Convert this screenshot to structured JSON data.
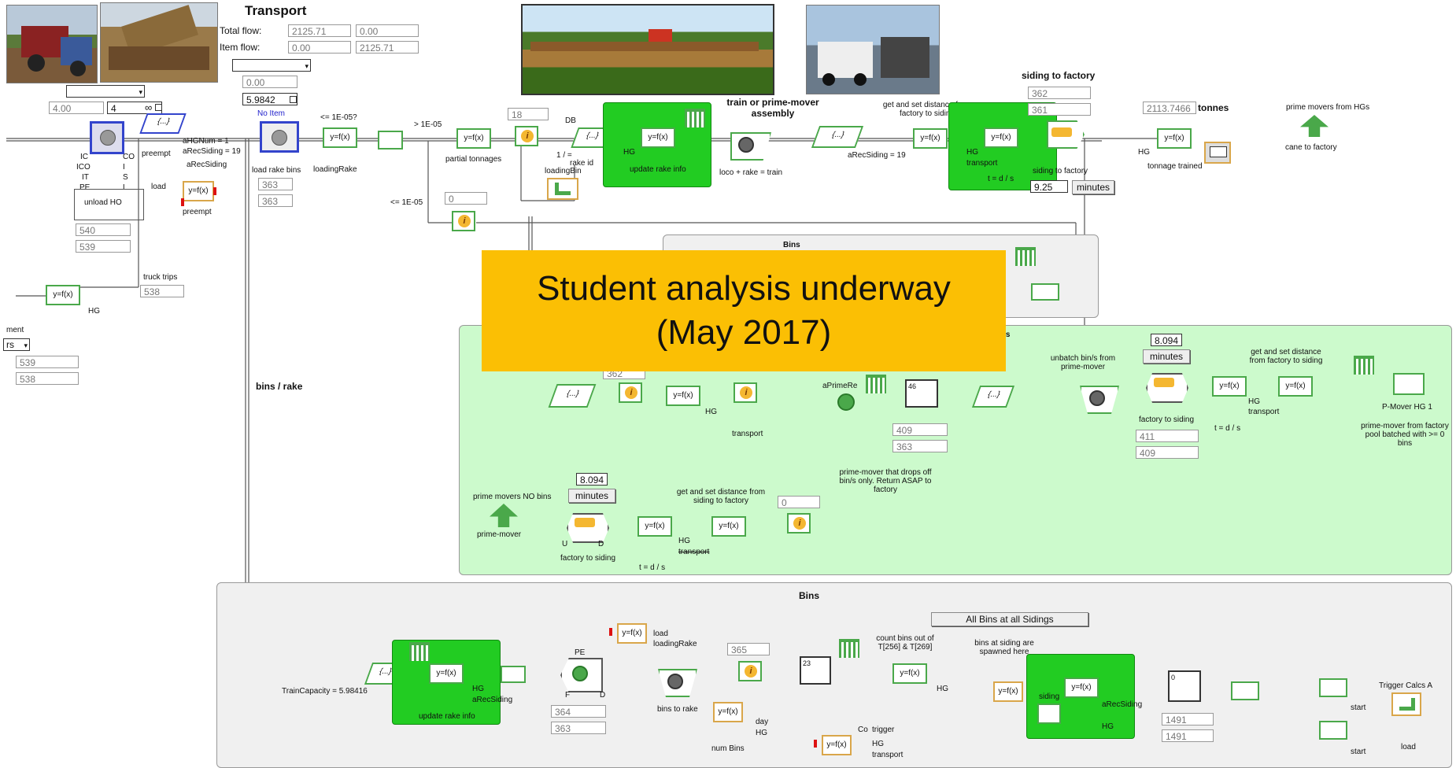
{
  "transport": {
    "title": "Transport",
    "total_flow_label": "Total flow:",
    "total_flow_values": [
      "2125.71",
      "0.00"
    ],
    "item_flow_label": "Item flow:",
    "item_flow_values": [
      "0.00",
      "2125.71"
    ]
  },
  "top_left": {
    "val_400": "4.00",
    "val_4": "4",
    "inf_symbol": "∞",
    "val_000": "0.00",
    "val_59842": "5.9842",
    "no_item": "No Item",
    "val_540": "540",
    "val_539": "539",
    "val_363a": "363",
    "val_363b": "363",
    "val_538": "538",
    "val_539b": "539",
    "val_538b": "538",
    "rs_select": "rs",
    "ment_label": "ment"
  },
  "labels": {
    "agh": "aHGNum = 1",
    "arec19": "aRecSiding = 19",
    "arec": "aRecSiding",
    "preempt": "preempt",
    "preempt2": "preempt",
    "load": "load",
    "unload_ho": "unload HO",
    "ic": "IC",
    "ico": "ICO",
    "it": "IT",
    "pe": "PE",
    "co": "CO",
    "i": "I",
    "s": "S",
    "l": "L",
    "load_rake_bins": "load rake bins",
    "loading_rake": "loadingRake",
    "le_1e05q": "<= 1E-05?",
    "gt_1e05": "> 1E-05",
    "le_1e05": "<= 1E-05",
    "partial_tonnages": "partial tonnages",
    "val_18": "18",
    "val_0": "0",
    "rake_id": "rake id",
    "loading_bin": "loadingBin",
    "db": "DB",
    "one_eq": "1 / =",
    "update_rake_info": "update rake info",
    "hg": "HG",
    "train_assembly": "train or prime-mover assembly",
    "loco_rake": "loco + rake = train",
    "arec_siding19": "aRecSiding = 19",
    "get_set_distance": "get and set distance from factory to siding",
    "transport": "transport",
    "t_ds": "t = d / s",
    "siding_to_factory_title": "siding to factory",
    "val_362": "362",
    "val_361": "361",
    "siding_to_factory": "siding to factory",
    "val_925": "9.25",
    "minutes": "minutes",
    "tonnes_val": "2113.7466",
    "tonnes": "tonnes",
    "tonnage_trained": "tonnage trained",
    "prime_movers_hgs": "prime movers from HGs",
    "cane_to_factory": "cane to factory",
    "truck_trips": "truck trips",
    "bins_rake": "bins / rake",
    "bins_panel": "Bins",
    "unbatch": "unbatch bin/s from prime-mover",
    "val_8094": "8.094",
    "factory_to_siding": "factory to siding",
    "val_411": "411",
    "val_409": "409",
    "get_set_distance2": "get and set distance from factory to siding",
    "pmover_hg1": "P-Mover HG 1",
    "pmover_batched": "prime-mover from factory pool batched with >= 0 bins",
    "val_362b": "362",
    "val_46": "46",
    "val_409b": "409",
    "val_363": "363",
    "aprimere": "aPrimeRe",
    "prime_drops": "prime-mover that drops off bin/s only. Return ASAP to factory",
    "prime_no_bins": "prime movers NO bins",
    "prime_mover": "prime-mover",
    "val_8094b": "8.094",
    "get_set_distance3": "get and set distance from siding to factory",
    "factory_to_siding2": "factory to siding",
    "u": "U",
    "d": "D",
    "f": "F",
    "val_0b": "0",
    "bins_bottom": "Bins",
    "all_bins": "All Bins at all Sidings",
    "train_capacity": "TrainCapacity = 5.98416",
    "update_rake_info2": "update rake info",
    "arec_siding": "aRecSiding",
    "val_364": "364",
    "val_363c": "363",
    "bins_to_rake": "bins to rake",
    "val_365": "365",
    "loading_rake2": "loadingRake",
    "load2": "load",
    "day": "day",
    "num_bins": "num Bins",
    "val_23": "23",
    "count_bins": "count bins out of T[256] & T[269]",
    "bins_at_siding": "bins at siding are spawned here",
    "siding": "siding",
    "val_1491a": "1491",
    "val_1491b": "1491",
    "trigger_calcs": "Trigger Calcs A",
    "start": "start",
    "start2": "start",
    "load3": "load",
    "trigger": "trigger",
    "co2": "Co",
    "val_0c": "0",
    "fx": "y=f(x)",
    "val_00c": "0"
  },
  "banner": {
    "line1": "Student analysis underway",
    "line2": "(May 2017)"
  },
  "colors": {
    "panel_green": "#ccfacc",
    "panel_grey": "#f0f0f0",
    "block_green": "#22cc22",
    "banner": "#fbbf04",
    "info_orange": "#f4b731"
  }
}
